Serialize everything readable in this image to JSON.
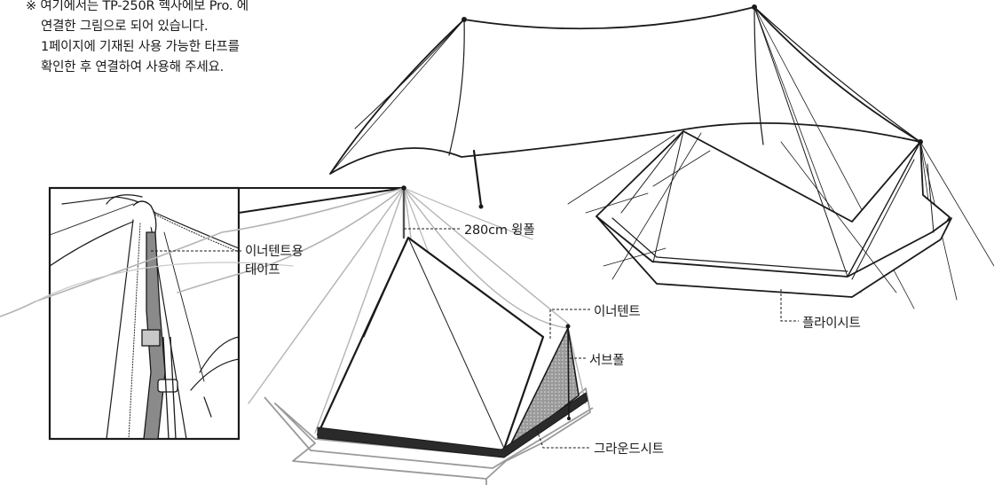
{
  "note": {
    "mark": "※",
    "lines": [
      "여기에서는 TP-250R 헥사에보 Pro. 에",
      "연결한 그림으로 되어 있습니다.",
      "1페이지에 기재된 사용 가능한 타프를",
      "확인한 후 연결하여 사용해 주세요."
    ]
  },
  "labels": {
    "wing_pole": "280cm 윙폴",
    "inner_tape_line1": "이너텐트용",
    "inner_tape_line2": "테이프",
    "inner_tent": "이너텐트",
    "sub_pole": "서브폴",
    "ground_sheet": "그라운드시트",
    "fly_sheet": "플라이시트"
  },
  "colors": {
    "line_dark": "#1a1a1a",
    "line_gray": "#9a9a9a",
    "mesh": "#8c8c8c",
    "ground_dark": "#2a2a2a"
  }
}
